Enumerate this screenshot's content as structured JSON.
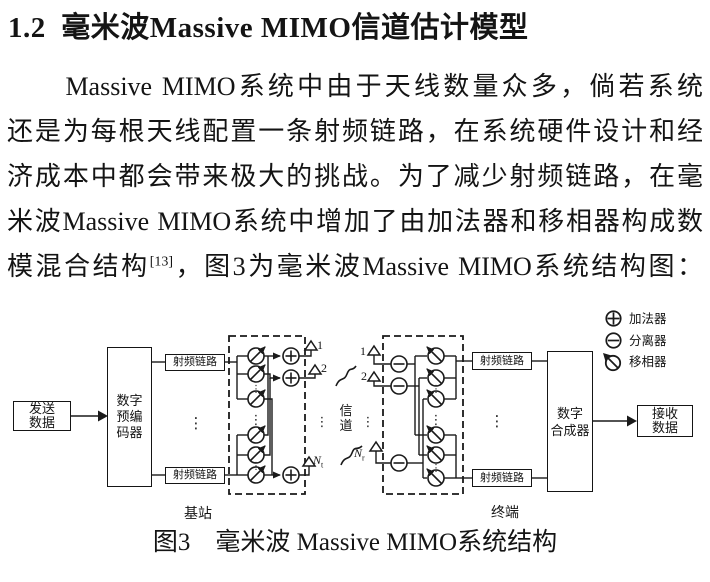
{
  "document": {
    "heading": "1.2  毫米波Massive MIMO信道估计模型",
    "paragraph_lines": [
      "　　Massive MIMO系统中由于天线数量众多，倘若系统",
      "还是为每根天线配置一条射频链路，在系统硬件设计和经",
      "济成本中都会带来极大的挑战。为了减少射频链路，在毫",
      "米波Massive MIMO系统中增加了由加法器和移相器构成数"
    ],
    "last_line": {
      "before_sup": "模混合结构",
      "sup": "[13]",
      "after_sup": "，图3为毫米波Massive MIMO系统结构图："
    },
    "caption": "图3　毫米波 Massive MIMO系统结构"
  },
  "diagram": {
    "tx_data": "发送\n数据",
    "precoder": "数字\n预编\n码器",
    "rf_chain": "射频链路",
    "channel": "信\n道",
    "combiner": "数字\n合成器",
    "rx_data": "接收\n数据",
    "base_station": "基站",
    "terminal": "终端",
    "vdots": "⋮",
    "antennas": {
      "first": "1",
      "second": "2",
      "n": "N",
      "tx_sub": "t",
      "rx_sub": "r"
    },
    "legend": {
      "adder": "加法器",
      "splitter": "分离器",
      "phase_shifter": "移相器"
    }
  }
}
